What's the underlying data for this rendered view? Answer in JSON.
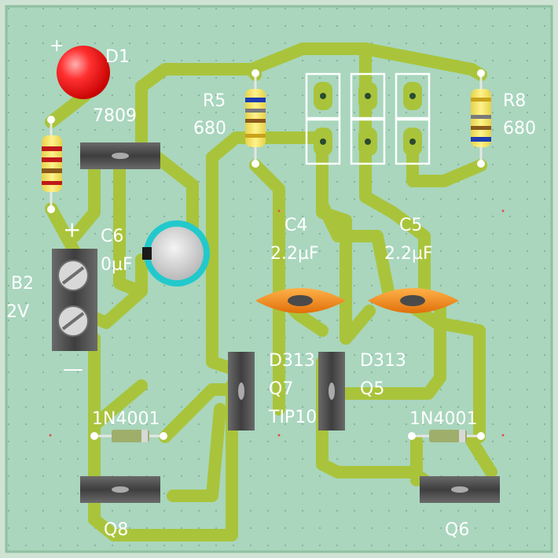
{
  "board": {
    "background": "#a9d6bd",
    "trace_color": "#a9c43b",
    "border_color": "#8fbfa1"
  },
  "labels": {
    "d1": "D1",
    "reg_7809": "7809",
    "r5": "R5",
    "r5_val": "680",
    "r8": "R8",
    "r8_val": "680",
    "c6": "C6",
    "c6_val": "0µF",
    "b2": "B2",
    "b2_val": "2V",
    "c4": "C4",
    "c4_val": "2.2µF",
    "c5": "C5",
    "c5_val": "2.2µF",
    "q7_type": "D313",
    "q7": "Q7",
    "q7_alt": "TIP10",
    "q5_type": "D313",
    "q5": "Q5",
    "diode_left": "1N4001",
    "diode_right": "1N4001",
    "q8": "Q8",
    "q6": "Q6",
    "plus_top": "+",
    "plus_batt": "+",
    "minus_batt": "—"
  }
}
